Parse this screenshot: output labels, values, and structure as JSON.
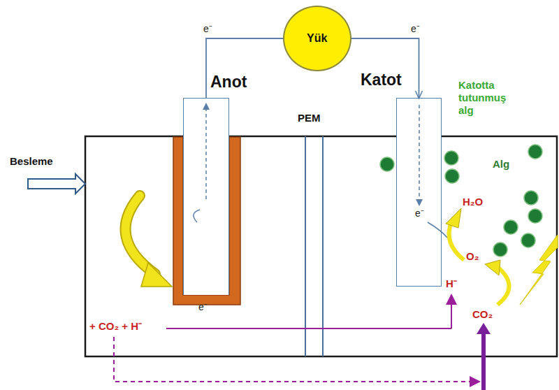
{
  "diagram": {
    "nodes": [
      {
        "text": [
          "Yük"
        ]
      },
      {
        "text": [
          "Anot",
          "e⁻"
        ]
      },
      {
        "text": [
          "Katot",
          "e⁻"
        ]
      }
    ],
    "edges": [
      {
        "from": 1,
        "to": 0,
        "arrow": "none",
        "label": "e⁻"
      },
      {
        "from": 0,
        "to": 2,
        "arrow": "to",
        "label": "e⁻"
      }
    ],
    "labels": [
      "Besleme",
      "PEM",
      "Katotta tutunmuş alg",
      "Alg",
      "H₂O",
      "O₂",
      "H⁻",
      "CO₂",
      "+ CO₂ + H⁻"
    ]
  }
}
